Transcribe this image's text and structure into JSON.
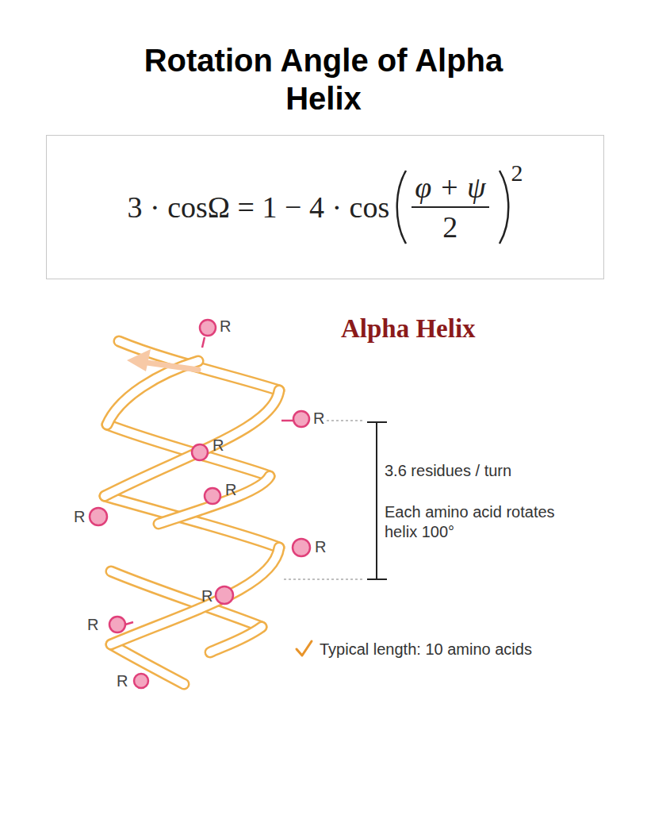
{
  "diagram": {
    "title": "Rotation Angle of Alpha Helix",
    "nodes": [
      {
        "text": [
          "3 · cosΩ = 1 − 4 · cos",
          "φ + ψ",
          "2",
          "2"
        ]
      }
    ],
    "labels": [
      "Alpha Helix",
      "R",
      "R",
      "R",
      "R",
      "R",
      "R",
      "R",
      "R",
      "R",
      "3.6 residues / turn",
      "Each amino acid rotates helix 100°",
      "Typical length: 10 amino acids"
    ]
  }
}
